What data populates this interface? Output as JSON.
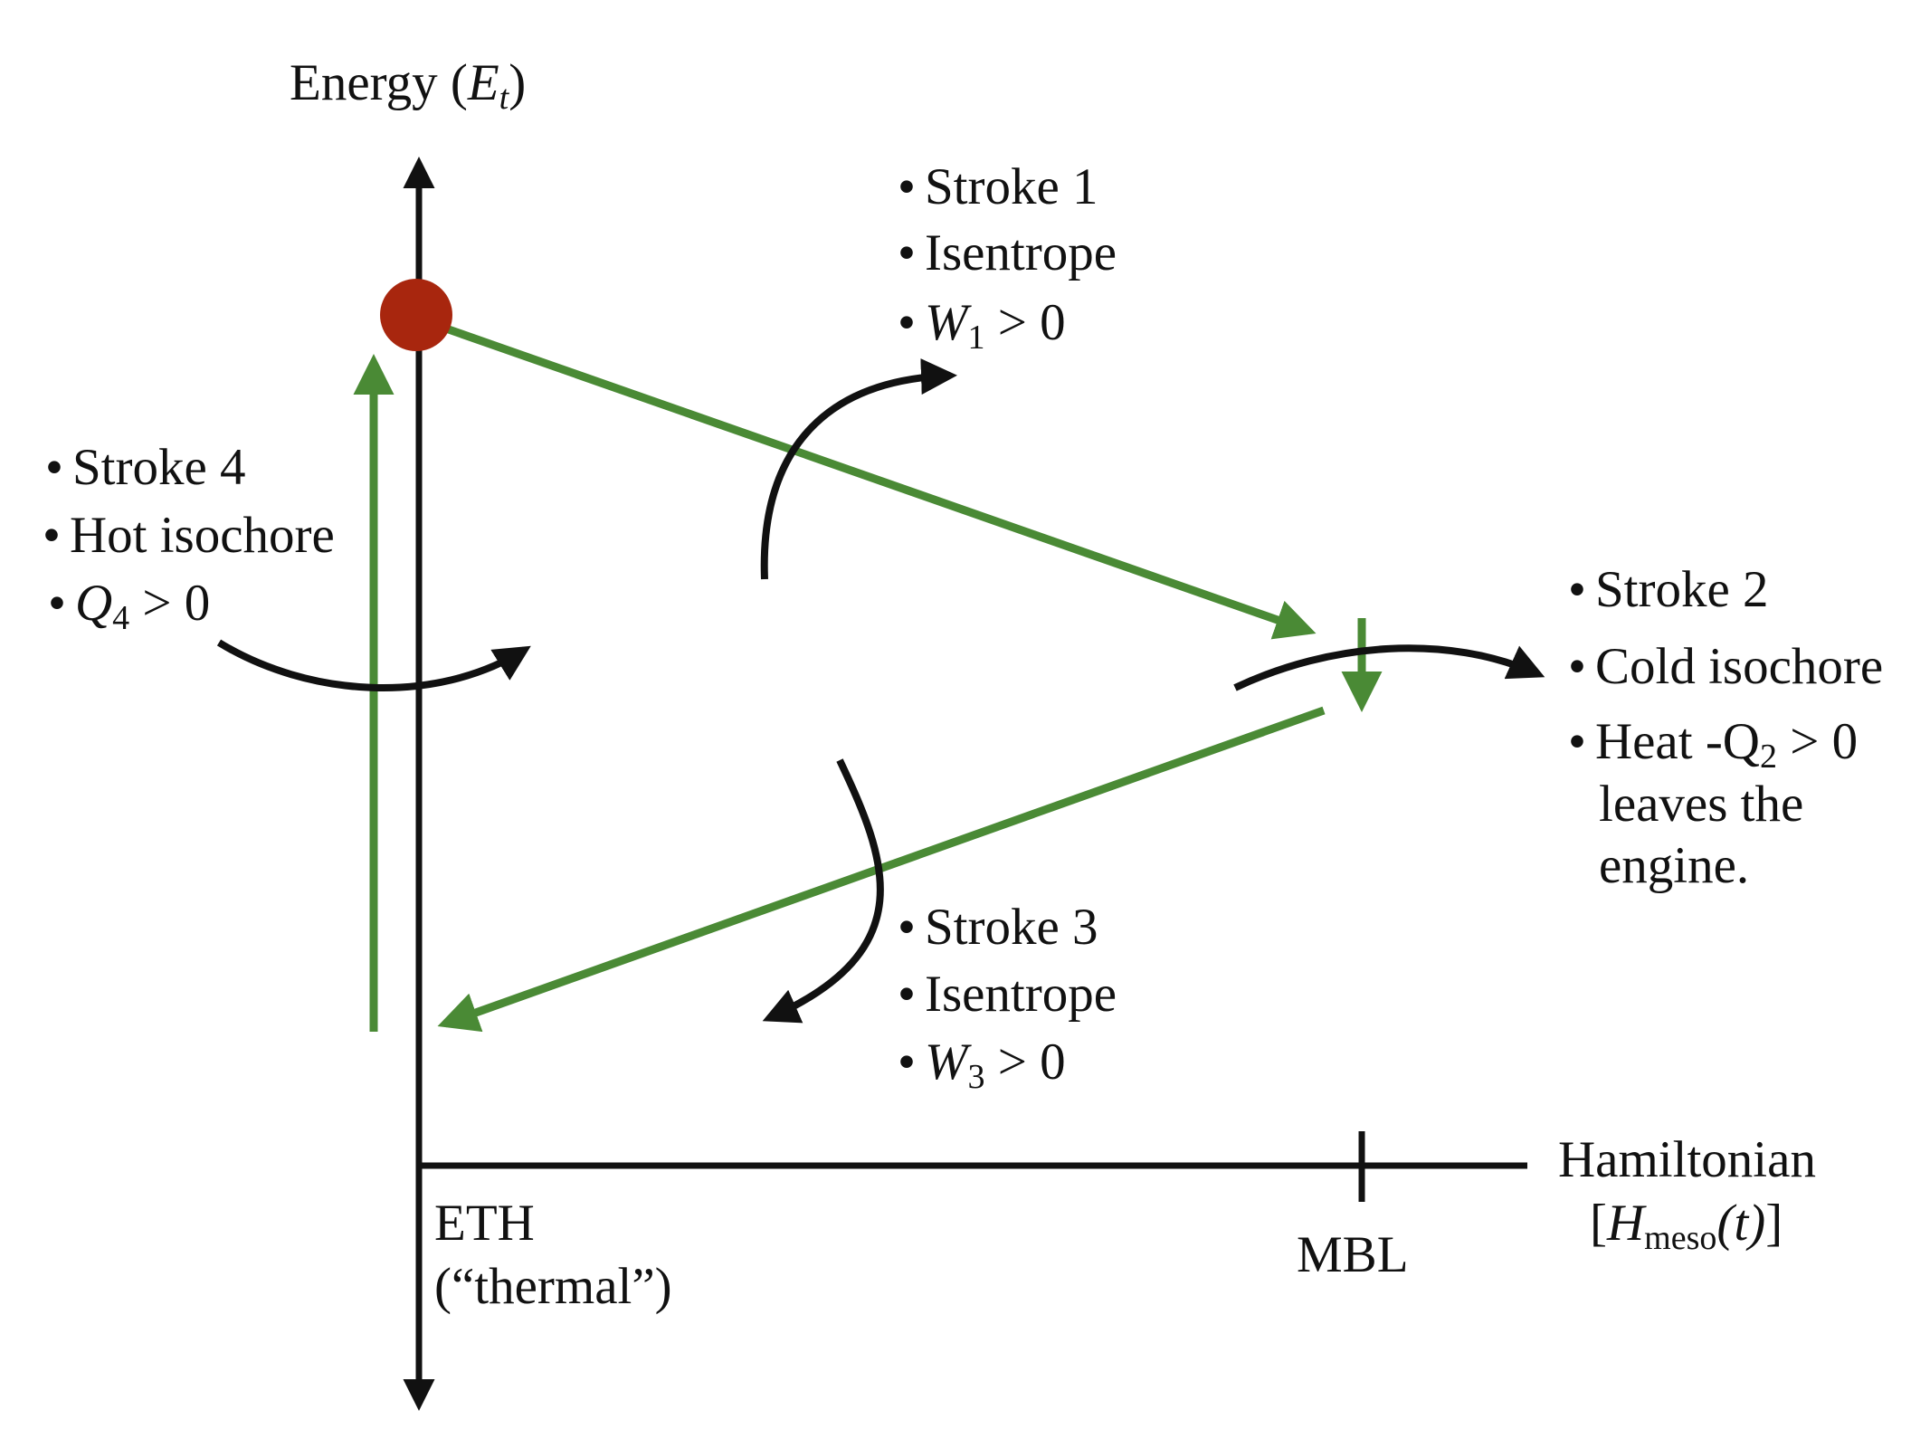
{
  "axes": {
    "y_label": "Energy (",
    "y_label_var": "E",
    "y_label_sub": "t",
    "y_label_close": ")",
    "x_label_line1": "Hamiltonian",
    "x_label_open": "[",
    "x_label_var": "H",
    "x_label_sub": "meso",
    "x_label_arg": "(t)",
    "x_label_close": "]",
    "x_origin_label_line1": "ETH",
    "x_origin_label_line2": "(“thermal”)",
    "x_tick_label": "MBL"
  },
  "strokes": {
    "stroke1": {
      "title": "Stroke 1",
      "process": "Isentrope",
      "var": "W",
      "sub": "1",
      "rel": " > 0"
    },
    "stroke2": {
      "title": "Stroke 2",
      "process": "Cold isochore",
      "heat_prefix": "Heat -Q",
      "sub": "2",
      "rel": " > 0",
      "line4": "leaves the",
      "line5": "engine."
    },
    "stroke3": {
      "title": "Stroke 3",
      "process": "Isentrope",
      "var": "W",
      "sub": "3",
      "rel": " > 0"
    },
    "stroke4": {
      "title": "Stroke 4",
      "process": "Hot isochore",
      "var": "Q",
      "sub": "4",
      "rel": " > 0"
    }
  },
  "bullet": "•",
  "colors": {
    "cycle": "#4a8a35",
    "state_dot": "#a8260e",
    "axes": "#111111",
    "flow_arrows": "#111111"
  }
}
